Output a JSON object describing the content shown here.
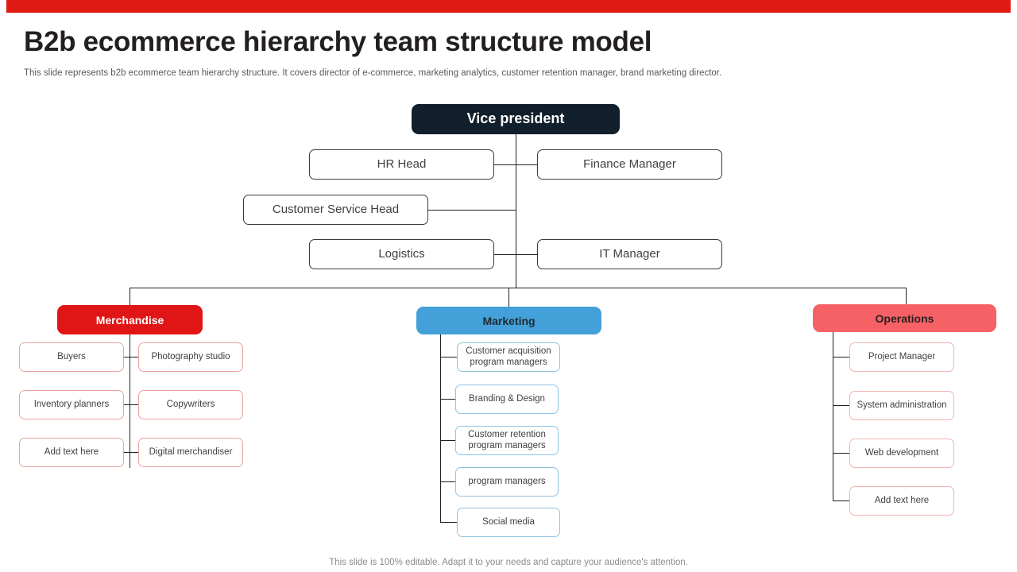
{
  "header": {
    "title": "B2b ecommerce hierarchy team structure model",
    "subtitle": "This slide represents  b2b ecommerce team hierarchy structure. It covers director of e-commerce, marketing analytics, customer retention manager, brand marketing director."
  },
  "footer": {
    "note": "This slide is 100% editable. Adapt it to your needs and capture your audience's attention."
  },
  "colors": {
    "accent_bar": "#e01b16",
    "vice_president": "#101f2b",
    "merchandise": "#e01616",
    "marketing": "#43a0d8",
    "operations": "#f56164",
    "title_text": "#231f20",
    "subtitle_text": "#58595b",
    "footer_text": "#8b8b8b",
    "connector_line": "#231f20"
  },
  "chart_data": {
    "type": "org-chart",
    "title": "B2b ecommerce hierarchy team structure model",
    "root": "Vice president",
    "levels": [
      {
        "level": 1,
        "nodes": [
          "Vice president"
        ]
      },
      {
        "level": 2,
        "nodes": [
          "HR Head",
          "Finance Manager",
          "Customer Service Head",
          "Logistics",
          "IT Manager"
        ]
      },
      {
        "level": 3,
        "nodes": [
          "Merchandise",
          "Marketing",
          "Operations"
        ]
      },
      {
        "level": 4,
        "nodes": [
          "Buyers",
          "Photography studio",
          "Inventory planners",
          "Copywriters",
          "Add text here",
          "Digital merchandiser",
          "Customer acquisition program managers",
          "Branding & Design",
          "Customer retention program managers",
          "program managers",
          "Social media",
          "Project Manager",
          "System administration",
          "Web development",
          "Add text here"
        ]
      }
    ]
  },
  "org": {
    "vice_president": {
      "label": "Vice president"
    },
    "executives": [
      {
        "label": "HR Head"
      },
      {
        "label": "Finance Manager"
      },
      {
        "label": "Customer Service Head"
      },
      {
        "label": "Logistics"
      },
      {
        "label": "IT Manager"
      }
    ],
    "departments": [
      {
        "key": "merchandise",
        "label": "Merchandise",
        "children": [
          {
            "label": "Buyers"
          },
          {
            "label": "Photography studio"
          },
          {
            "label": "Inventory planners"
          },
          {
            "label": "Copywriters"
          },
          {
            "label": "Add text here"
          },
          {
            "label": "Digital merchandiser"
          }
        ]
      },
      {
        "key": "marketing",
        "label": "Marketing",
        "children": [
          {
            "label": "Customer acquisition program managers"
          },
          {
            "label": "Branding & Design"
          },
          {
            "label": "Customer retention program managers"
          },
          {
            "label": "program managers"
          },
          {
            "label": "Social media"
          }
        ]
      },
      {
        "key": "operations",
        "label": "Operations",
        "children": [
          {
            "label": "Project Manager"
          },
          {
            "label": "System administration"
          },
          {
            "label": "Web development"
          },
          {
            "label": "Add text here"
          }
        ]
      }
    ]
  }
}
